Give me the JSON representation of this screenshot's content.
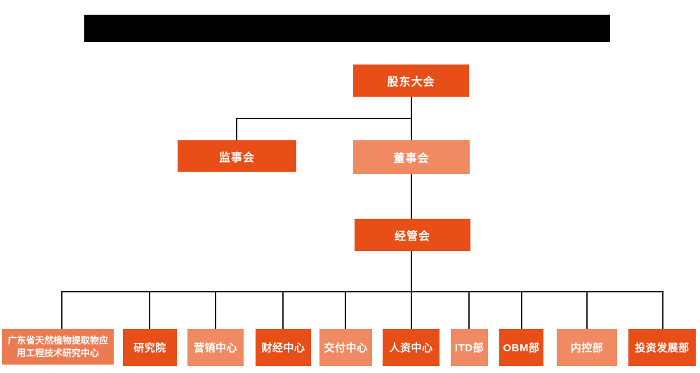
{
  "palette": {
    "strong": "#E84E17",
    "salmon": "#F08A62",
    "medium": "#EB7C52",
    "line": "#1F1F1F",
    "redacted_bar": "#000000"
  },
  "org_chart": {
    "title_bar": {
      "appearance": "solid-black-redacted",
      "visible_text": ""
    },
    "nodes": {
      "shareholders": {
        "label": "股东大会",
        "tone": "strong"
      },
      "supervisory": {
        "label": "监事会",
        "tone": "strong"
      },
      "board": {
        "label": "董事会",
        "tone": "salmon"
      },
      "management": {
        "label": "经管会",
        "tone": "strong"
      },
      "research_center": {
        "label": "广东省天然植物提取物应用工程技术研究中心",
        "tone": "medium"
      },
      "research_institute": {
        "label": "研究院",
        "tone": "strong"
      },
      "marketing": {
        "label": "营销中心",
        "tone": "salmon"
      },
      "finance": {
        "label": "财经中心",
        "tone": "strong"
      },
      "delivery": {
        "label": "交付中心",
        "tone": "salmon"
      },
      "hr": {
        "label": "人资中心",
        "tone": "strong"
      },
      "itd": {
        "label": "ITD部",
        "tone": "salmon"
      },
      "obm": {
        "label": "OBM部",
        "tone": "strong"
      },
      "internal_control": {
        "label": "内控部",
        "tone": "salmon"
      },
      "investment": {
        "label": "投资发展部",
        "tone": "strong"
      }
    },
    "hierarchy": [
      {
        "parent": "shareholders",
        "children": [
          "supervisory",
          "board"
        ]
      },
      {
        "parent": "board",
        "children": [
          "management"
        ]
      },
      {
        "parent": "management",
        "children": [
          "research_center",
          "research_institute",
          "marketing",
          "finance",
          "delivery",
          "hr",
          "itd",
          "obm",
          "internal_control",
          "investment"
        ]
      }
    ]
  }
}
